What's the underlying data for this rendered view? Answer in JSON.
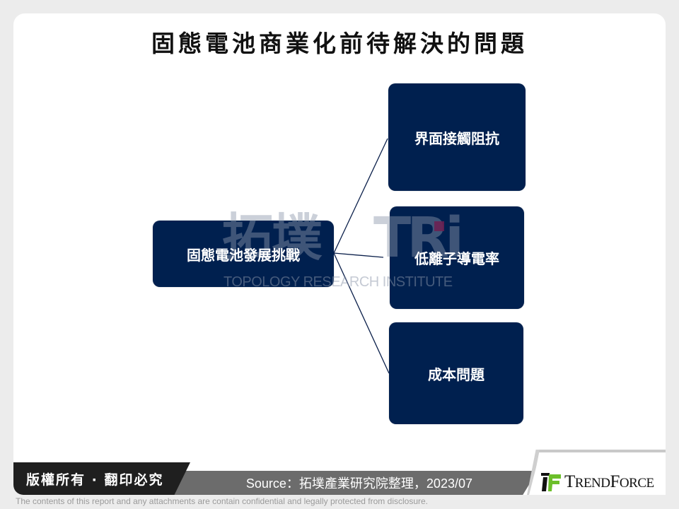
{
  "slide": {
    "title": "固態電池商業化前待解決的問題"
  },
  "diagram": {
    "root": {
      "label": "固態電池發展挑戰"
    },
    "branches": [
      {
        "label": "界面接觸阻抗"
      },
      {
        "label": "低離子導電率"
      },
      {
        "label": "成本問題"
      }
    ],
    "box_color": "#00204f",
    "line_color": "#0a1f4a"
  },
  "watermark": {
    "chinese": "拓墣",
    "letters": "TRi",
    "english": "TOPOLOGY RESEARCH INSTITUTE"
  },
  "footer": {
    "copyright": "版權所有 · 翻印必究",
    "source": "Source：拓墣產業研究院整理，2023/07",
    "logo_text": "TRENDFORCE",
    "disclaimer": "The contents of this report and any attachments are contain confidential and legally protected from disclosure."
  }
}
